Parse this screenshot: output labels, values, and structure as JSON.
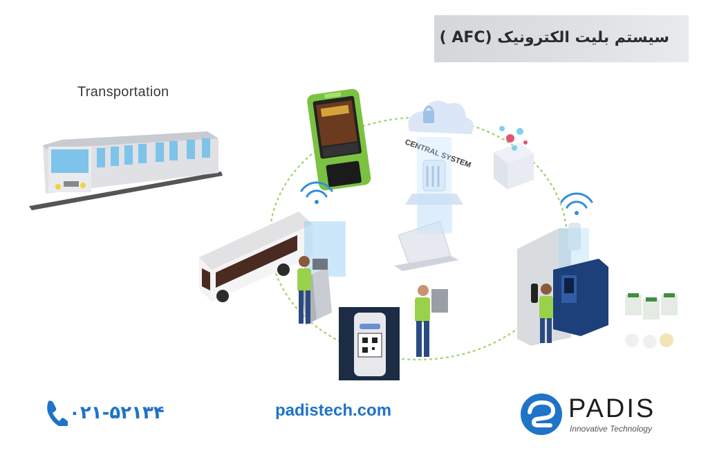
{
  "header": {
    "title": "سیستم بلیت الکترونیک (AFC )"
  },
  "diagram": {
    "transport_label": "Transportation",
    "central_label": "CENTRAL SYSTEM"
  },
  "footer": {
    "phone": "۰۲۱-۵۲۱۳۴",
    "website": "padistech.com",
    "brand_name": "PADIS",
    "brand_tagline": "Innovative Technology"
  },
  "colors": {
    "accent": "#1f73c8",
    "dotted_ring": "#a8d77a",
    "dark_navy": "#1d3f7a"
  },
  "icons": [
    "phone-icon",
    "wifi-icon",
    "lock-cloud-icon",
    "padis-logo-icon"
  ]
}
